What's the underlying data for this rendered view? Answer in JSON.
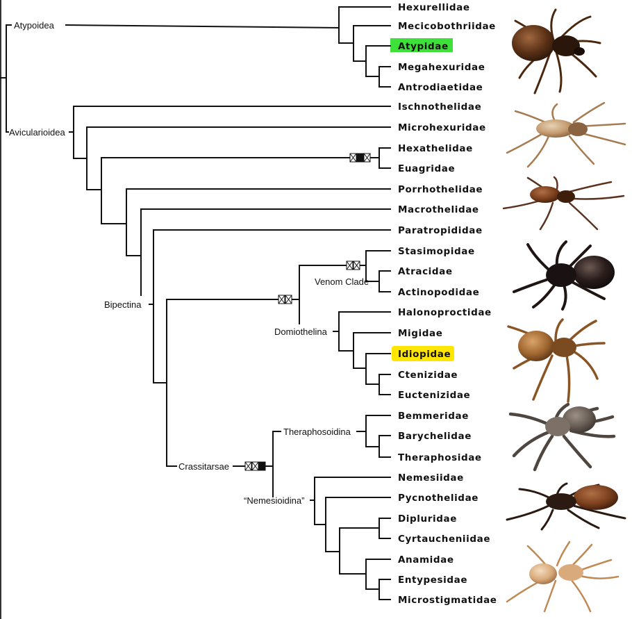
{
  "clades": {
    "atypoidea": "Atypoidea",
    "avicularioidea": "Avicularioidea",
    "bipectina": "Bipectina",
    "venom_clade": "Venom Clade",
    "domiothelina": "Domiothelina",
    "crassitarsae": "Crassitarsae",
    "theraphosoidina": "Theraphosoidina",
    "nemesioidina": "“Nemesioidina”"
  },
  "families": [
    "Hexurellidae",
    "Mecicobothriidae",
    "Atypidae",
    "Megahexuridae",
    "Antrodiaetidae",
    "Ischnothelidae",
    "Microhexuridae",
    "Hexathelidae",
    "Euagridae",
    "Porrhothelidae",
    "Macrothelidae",
    "Paratropididae",
    "Stasimopidae",
    "Atracidae",
    "Actinopodidae",
    "Halonoproctidae",
    "Migidae",
    "Idiopidae",
    "Ctenizidae",
    "Euctenizidae",
    "Bemmeridae",
    "Barychelidae",
    "Theraphosidae",
    "Nemesiidae",
    "Pycnothelidae",
    "Dipluridae",
    "Cyrtaucheniidae",
    "Anamidae",
    "Entypesidae",
    "Microstigmatidae"
  ],
  "highlights": {
    "Atypidae": "#3ee03a",
    "Idiopidae": "#ffe600"
  },
  "character_marker_icons": [
    "crossed-box-icon",
    "filled-box-icon"
  ],
  "photos": [
    "spider-photo-dark-brown-robust",
    "spider-photo-pale-long-legged",
    "spider-photo-brown-slender",
    "spider-photo-black-shiny",
    "spider-photo-orange-brown-hairy",
    "spider-photo-grey-hairy-tarantula",
    "spider-photo-dark-shiny-brown-abdomen",
    "spider-photo-pale-orange-translucent"
  ]
}
